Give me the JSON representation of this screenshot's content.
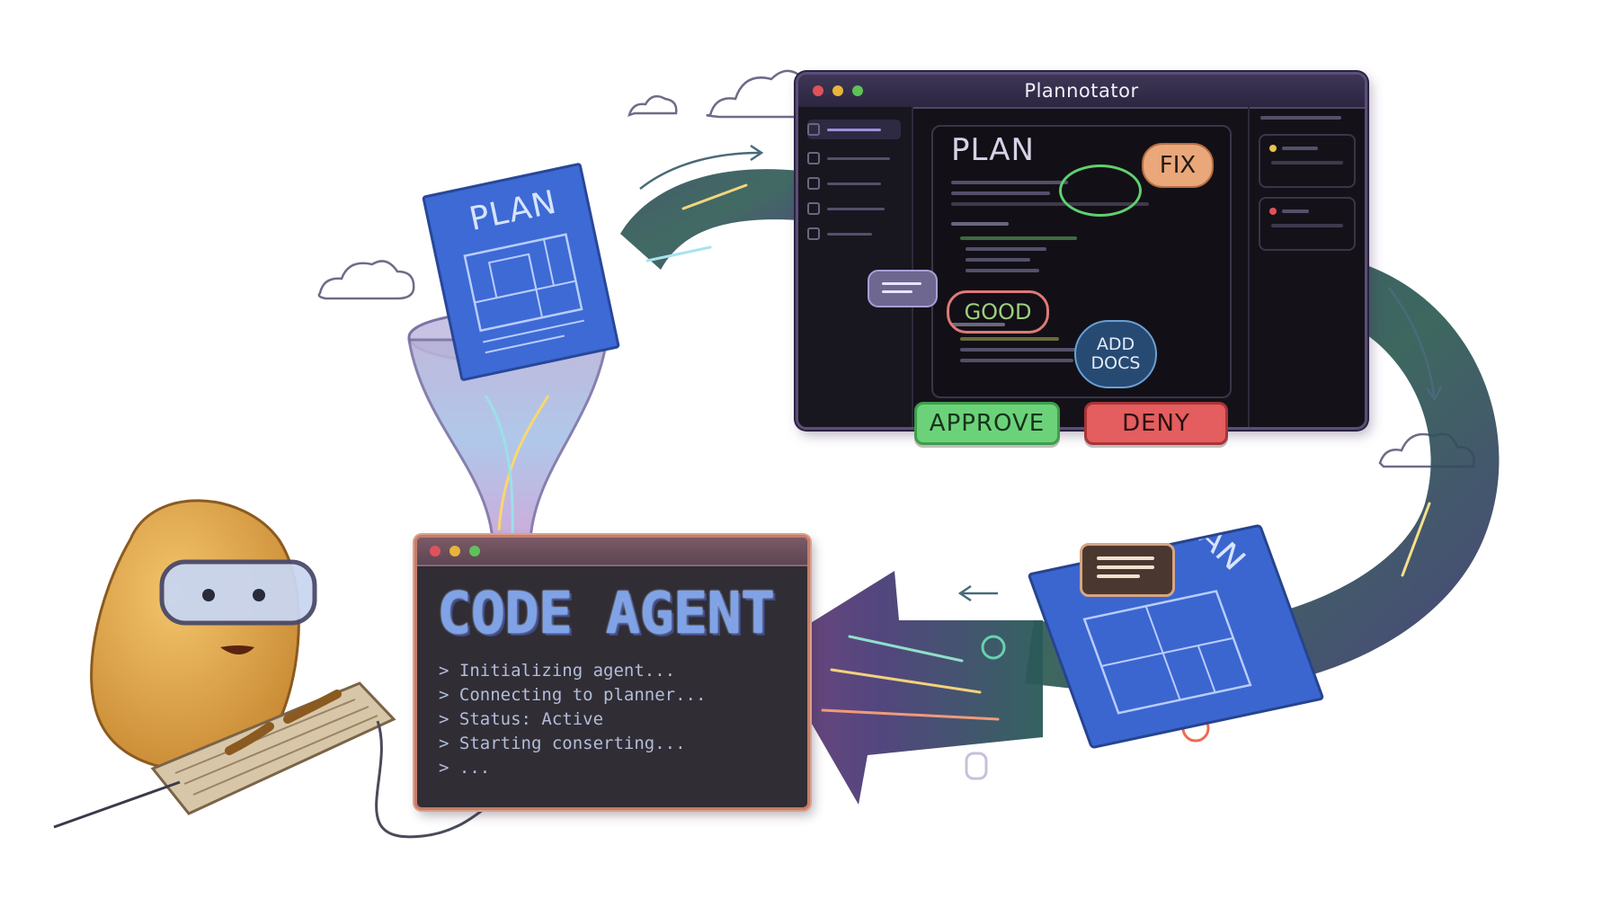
{
  "plannotator": {
    "title": "Plannotator",
    "plan_heading": "PLAN",
    "annotations": {
      "fix": "FIX",
      "good": "GOOD",
      "add_docs_line1": "ADD",
      "add_docs_line2": "DOCS"
    },
    "approve_label": "APPROVE",
    "deny_label": "DENY"
  },
  "code_agent": {
    "title": "CODE AGENT",
    "log": [
      "> Initializing agent...",
      "> Connecting to planner...",
      "> Status: Active",
      "> Starting conserting...",
      "> ..."
    ]
  },
  "plan_docs": {
    "top_label": "PLAN",
    "bottom_label": "PLAN"
  },
  "colors": {
    "approve": "#6cd27a",
    "deny": "#e45d5f",
    "agent_title": "#7fa3e6",
    "plan_doc": "#3d6ad4",
    "window_bg": "#141218"
  }
}
